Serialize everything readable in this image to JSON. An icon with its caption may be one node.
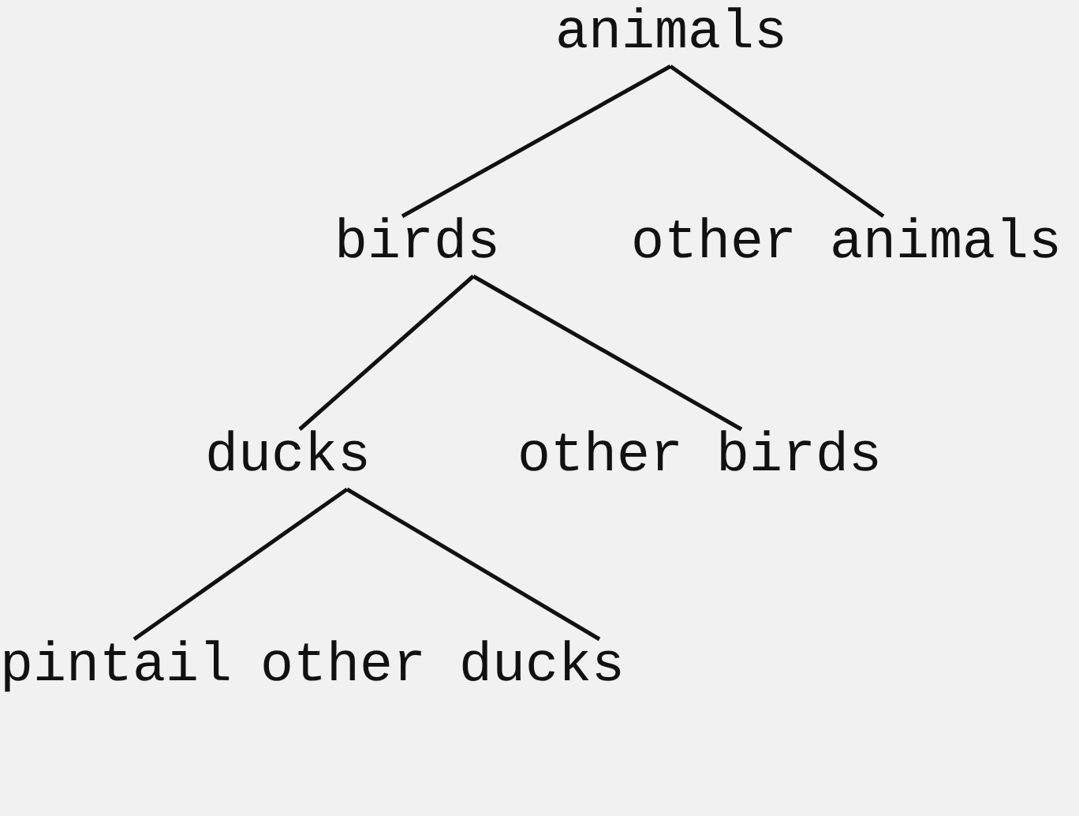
{
  "diagram": {
    "nodes": [
      {
        "text": [
          "animals"
        ]
      },
      {
        "text": [
          "birds"
        ]
      },
      {
        "text": [
          "other animals"
        ]
      },
      {
        "text": [
          "ducks"
        ]
      },
      {
        "text": [
          "other birds"
        ]
      },
      {
        "text": [
          "pintail"
        ]
      },
      {
        "text": [
          "other ducks"
        ]
      }
    ],
    "edges": [
      {
        "from": 0,
        "to": 1,
        "arrow": "none"
      },
      {
        "from": 0,
        "to": 2,
        "arrow": "none"
      },
      {
        "from": 1,
        "to": 3,
        "arrow": "none"
      },
      {
        "from": 1,
        "to": 4,
        "arrow": "none"
      },
      {
        "from": 3,
        "to": 5,
        "arrow": "none"
      },
      {
        "from": 3,
        "to": 6,
        "arrow": "none"
      }
    ]
  }
}
